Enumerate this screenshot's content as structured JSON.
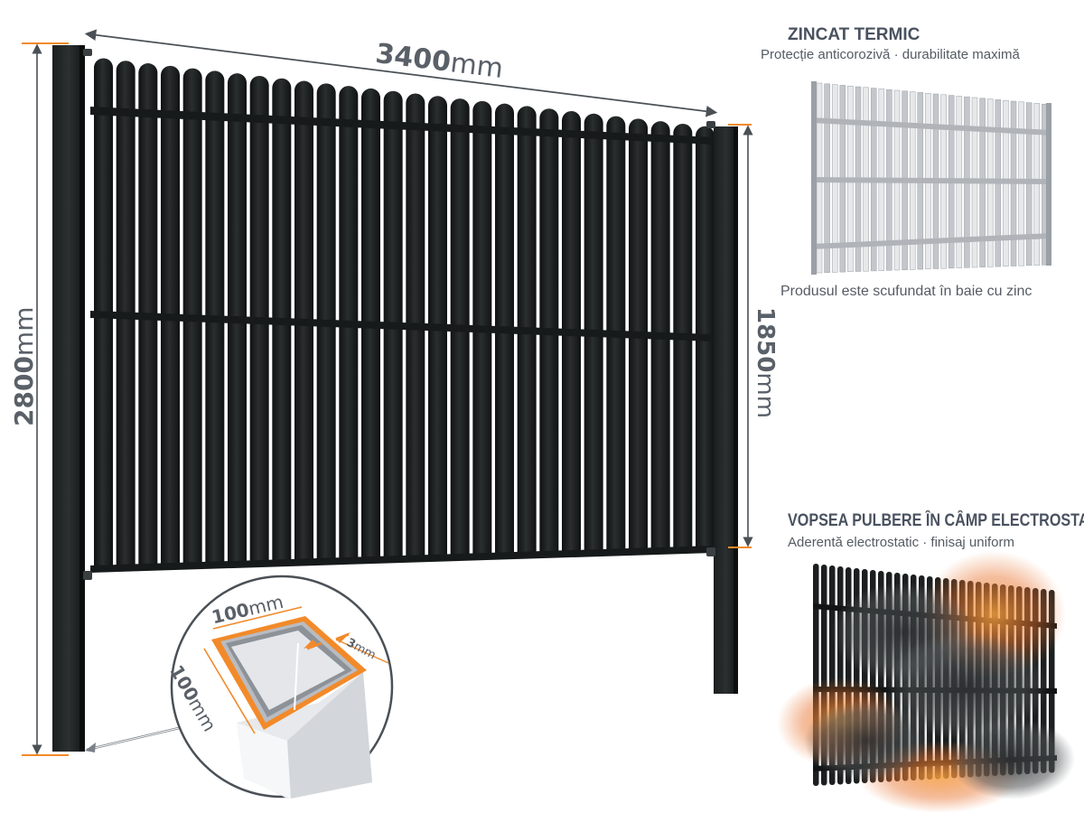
{
  "dimensions": {
    "width": {
      "value": "3400",
      "unit": "mm"
    },
    "height_total": {
      "value": "2800",
      "unit": "mm"
    },
    "height_panel": {
      "value": "1850",
      "unit": "mm"
    },
    "post_side_a": {
      "value": "100",
      "unit": "mm"
    },
    "post_side_b": {
      "value": "100",
      "unit": "mm"
    },
    "wall_thickness": {
      "value": "3",
      "unit": "mm"
    }
  },
  "galvanized": {
    "title": "ZINCAT TERMIC",
    "subtitle": "Protecție anticorozivă · durabilitate maximă",
    "caption": "Produsul este scufundat în baie cu zinc"
  },
  "powder": {
    "title": "VOPSEA PULBERE ÎN CÂMP ELECTROSTATIC",
    "subtitle": "Aderentă electrostatic · finisaj uniform"
  },
  "colors": {
    "fence": "#1d2020",
    "accent": "#f28a2a",
    "dimension_line": "#4a5056",
    "zinc": "#c9ccd0"
  }
}
